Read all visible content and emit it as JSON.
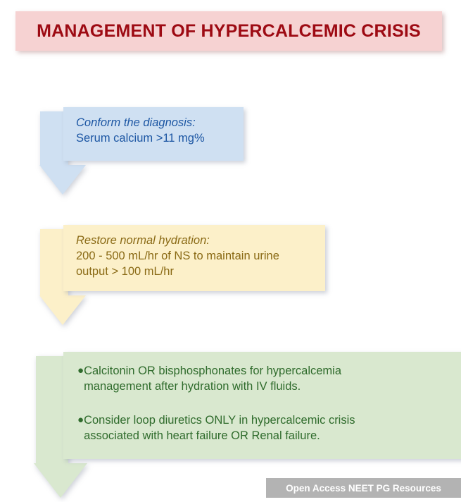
{
  "title": {
    "text": "MANAGEMENT OF HYPERCALCEMIC CRISIS",
    "background_color": "#f6d2d2",
    "text_color": "#9d0a13"
  },
  "flow_steps": [
    {
      "id": "diagnosis",
      "heading": "Conform the diagnosis:",
      "body": "Serum calcium >11 mg%",
      "fill_color": "#cfe0f2",
      "text_color": "#1c56a3"
    },
    {
      "id": "hydration",
      "heading": "Restore normal hydration:",
      "body_line1": "200 - 500 mL/hr of NS to maintain urine",
      "body_line2": "output > 100 mL/hr",
      "fill_color": "#fcf0c9",
      "text_color": "#8a6a15"
    },
    {
      "id": "management",
      "bullet_symbol": "●",
      "bullets": [
        {
          "line1": "Calcitonin OR bisphosphonates for hypercalcemia",
          "line2": "management after hydration with IV fluids."
        },
        {
          "line1": "Consider loop diuretics ONLY in hypercalcemic crisis",
          "line2": "associated with heart failure OR Renal failure."
        }
      ],
      "fill_color": "#d9e8cf",
      "text_color": "#2f6b2c"
    }
  ],
  "watermark": {
    "text": "Open Access NEET PG Resources",
    "background_color": "#b3b3b3",
    "text_color": "#ffffff"
  }
}
